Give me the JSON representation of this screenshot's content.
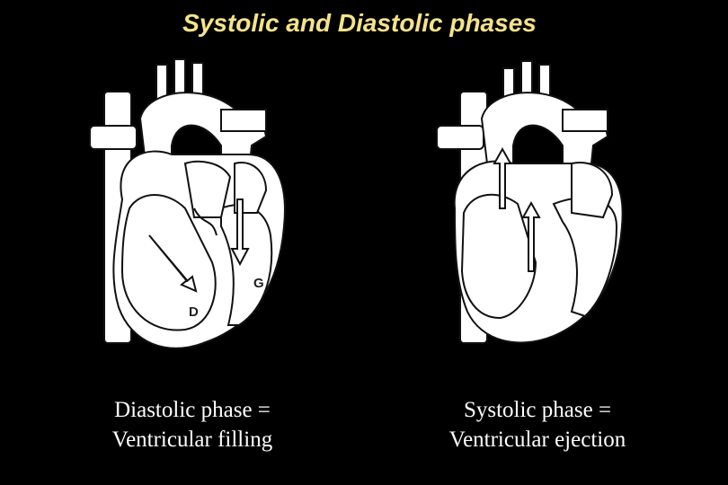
{
  "title": "Systolic and Diastolic phases",
  "colors": {
    "background": "#000000",
    "title": "#f5e38a",
    "caption": "#ffffff"
  },
  "panels": [
    {
      "labels": {
        "left_ventricle": "D",
        "right_ventricle": "G"
      },
      "caption": {
        "line1": "Diastolic phase =",
        "line2": "Ventricular filling"
      }
    },
    {
      "caption": {
        "line1": "Systolic phase =",
        "line2": "Ventricular ejection"
      }
    }
  ]
}
